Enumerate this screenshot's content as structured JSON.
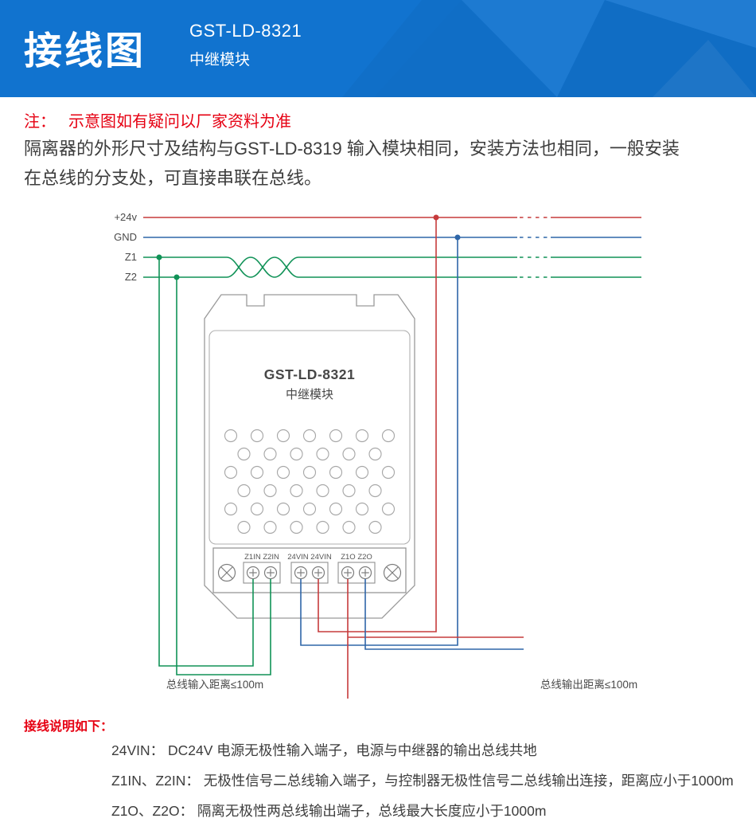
{
  "colors": {
    "header_blue": "#1173cf",
    "accent_red": "#e60012",
    "wire_red": "#c63b3c",
    "wire_blue": "#2f66a8",
    "wire_green": "#109257",
    "text_dark": "#3d3d3d",
    "module_outline": "#9a9a9a"
  },
  "header": {
    "title": "接线图",
    "model": "GST-LD-8321",
    "subtitle": "中继模块"
  },
  "note": {
    "label": "注：",
    "text": "示意图如有疑问以厂家资料为准"
  },
  "intro": {
    "line1": "隔离器的外形尺寸及结构与GST-LD-8319 输入模块相同，安装方法也相同，一般安装",
    "line2": "在总线的分支处，可直接串联在总线。"
  },
  "diagram": {
    "buses": [
      {
        "label": "+24v"
      },
      {
        "label": "GND"
      },
      {
        "label": "Z1"
      },
      {
        "label": "Z2"
      }
    ],
    "module": {
      "name": "GST-LD-8321",
      "type": "中继模块"
    },
    "terminals": [
      "Z1IN",
      "Z2IN",
      "24VIN",
      "24VIN",
      "Z1O",
      "Z2O"
    ],
    "terminal_groups": [
      "Z1IN Z2IN",
      "24VIN 24VIN",
      "Z1O Z2O"
    ],
    "input_distance_label": "总线输入距离≤100m",
    "output_distance_label": "总线输出距离≤100m"
  },
  "instructions": {
    "heading": "接线说明如下：",
    "items": [
      "24VIN： DC24V 电源无极性输入端子，电源与中继器的输出总线共地",
      "Z1IN、Z2IN： 无极性信号二总线输入端子，与控制器无极性信号二总线输出连接，距离应小于1000m",
      "Z1O、Z2O： 隔离无极性两总线输出端子，总线最大长度应小于1000m"
    ]
  }
}
